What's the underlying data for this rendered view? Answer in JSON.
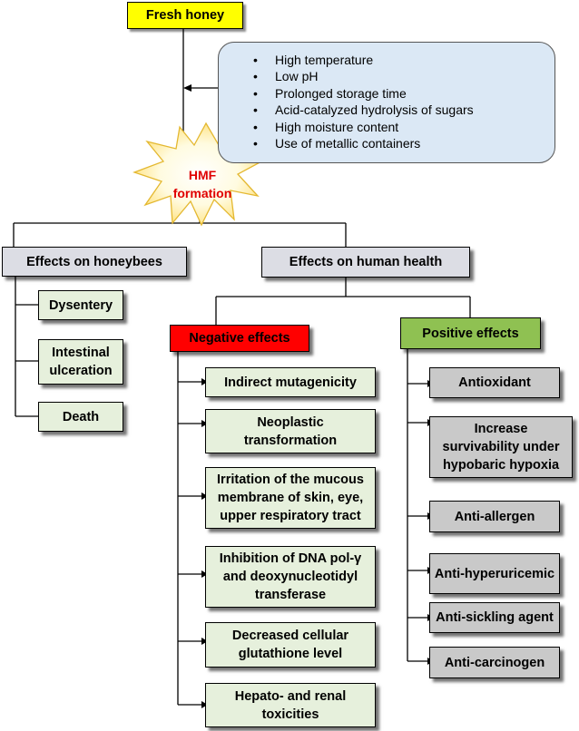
{
  "top": {
    "fresh_honey": "Fresh honey"
  },
  "factors": {
    "items": [
      "High temperature",
      "Low pH",
      "Prolonged storage time",
      "Acid-catalyzed hydrolysis of sugars",
      "High moisture content",
      "Use of metallic containers"
    ]
  },
  "hmf": {
    "line1": "HMF",
    "line2": "formation"
  },
  "honeybees": {
    "title": "Effects on honeybees",
    "items": [
      "Dysentery",
      [
        "Intestinal",
        "ulceration"
      ],
      "Death"
    ]
  },
  "human": {
    "title": "Effects on human health"
  },
  "negative": {
    "title": "Negative effects",
    "items": [
      "Indirect mutagenicity",
      [
        "Neoplastic",
        "transformation"
      ],
      [
        "Irritation of the mucous",
        "membrane of skin, eye,",
        "upper respiratory tract"
      ],
      [
        "Inhibition of DNA pol-γ",
        "and deoxynucleotidyl",
        "transferase"
      ],
      [
        "Decreased cellular",
        "glutathione level"
      ],
      [
        "Hepato- and renal",
        "toxicities"
      ]
    ]
  },
  "positive": {
    "title": "Positive effects",
    "items": [
      "Antioxidant",
      [
        "Increase",
        "survivability under",
        "hypobaric hypoxia"
      ],
      "Anti-allergen",
      "Anti-hyperuricemic",
      "Anti-sickling agent",
      "Anti-carcinogen"
    ]
  },
  "colors": {
    "fresh_honey_box": "#ffff00",
    "factors_box": "#dbe8f5",
    "hmf_burst": "#fff6c8",
    "hmf_text": "#e00000",
    "category_box": "#dcdde4",
    "negative_header": "#ff0000",
    "positive_header": "#8fc152",
    "negative_item": "#e6f0dc",
    "positive_item": "#c9c9c9"
  }
}
